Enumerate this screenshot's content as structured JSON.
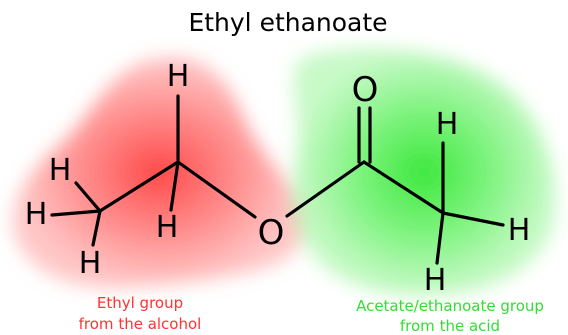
{
  "title": "Ethyl ethanoate",
  "atoms": {
    "hydrogen": "H",
    "oxygen": "O"
  },
  "groups": {
    "ethyl": {
      "line1": "Ethyl group",
      "line2": "from the alcohol",
      "color": "#ff3333",
      "glow": "#ff6b6b"
    },
    "acetate": {
      "line1": "Acetate/ethanoate group",
      "line2": "from the acid",
      "color": "#33dd33",
      "glow": "#55ee55"
    }
  }
}
